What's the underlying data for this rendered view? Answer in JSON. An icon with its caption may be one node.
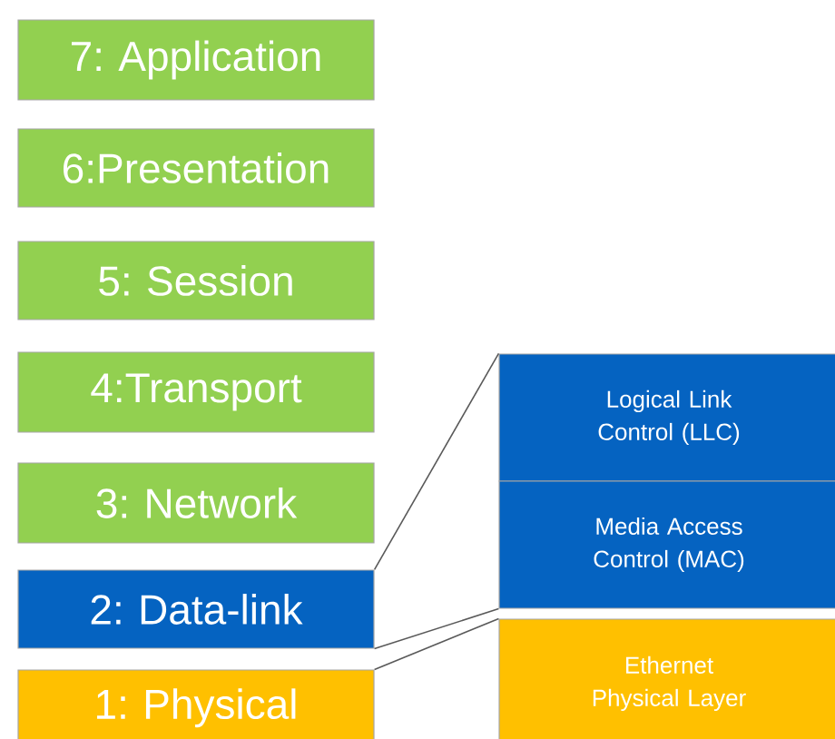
{
  "diagram": {
    "nodes": [
      {
        "text": [
          "7: Application"
        ]
      },
      {
        "text": [
          "6:Presentation"
        ]
      },
      {
        "text": [
          "5: Session"
        ]
      },
      {
        "text": [
          "4:Transport"
        ]
      },
      {
        "text": [
          "3: Network"
        ]
      },
      {
        "text": [
          "2: Data-link"
        ]
      },
      {
        "text": [
          "1: Physical"
        ]
      },
      {
        "text": [
          "Logical Link Control (LLC)"
        ]
      },
      {
        "text": [
          "Media Access Control (MAC)"
        ]
      },
      {
        "text": [
          "Ethernet Physical Layer"
        ]
      }
    ],
    "edges": [
      {
        "from": 5,
        "to": 7,
        "arrow": "none"
      },
      {
        "from": 5,
        "to": 8,
        "arrow": "none"
      },
      {
        "from": 6,
        "to": 9,
        "arrow": "none"
      }
    ]
  }
}
